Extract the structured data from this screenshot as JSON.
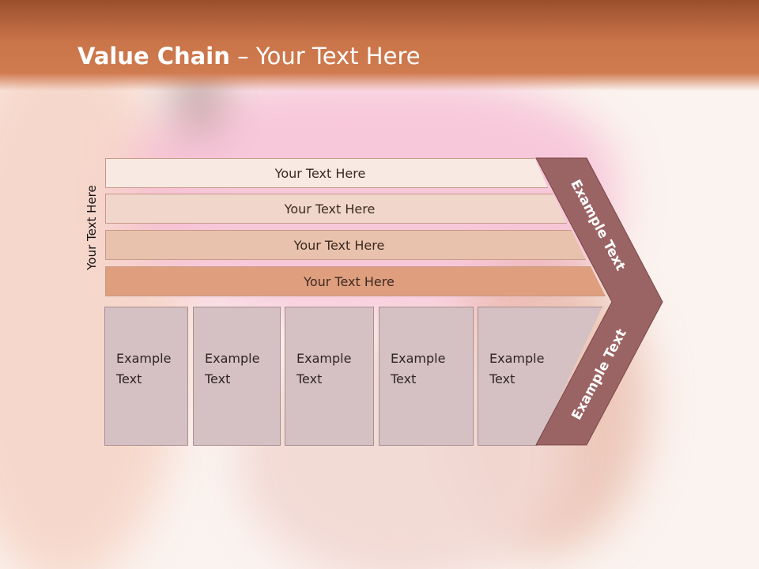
{
  "title": {
    "bold": "Value Chain",
    "rest": " – Your Text Here"
  },
  "vertical_label": "Your Text Here",
  "layers": [
    "Your Text Here",
    "Your Text Here",
    "Your Text Here",
    "Your Text Here"
  ],
  "boxes": [
    "Example Text",
    "Example Text",
    "Example Text",
    "Example Text",
    "Example Text"
  ],
  "chevron": {
    "top": "Example Text",
    "bottom": "Example Text"
  },
  "colors": {
    "header": "#c97449",
    "chevron": "#9b6464",
    "boxes": "#d5c1c3"
  }
}
